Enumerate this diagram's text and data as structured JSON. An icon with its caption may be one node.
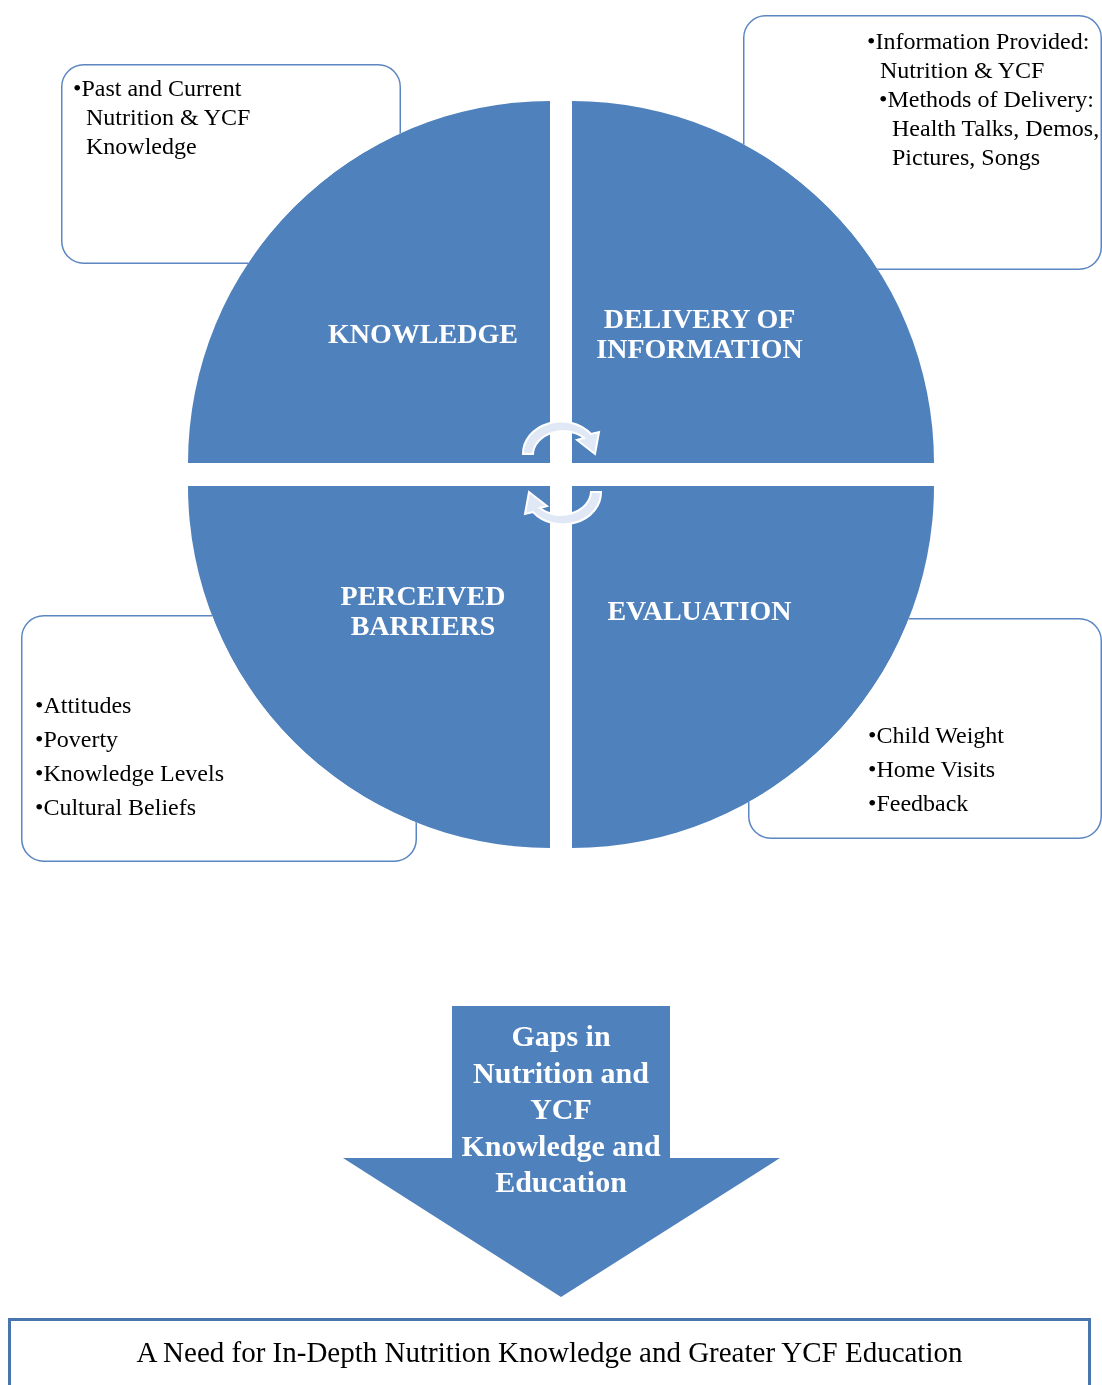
{
  "diagram": {
    "nodes": [
      {
        "text": [
          "•Past and Current Nutrition & YCF Knowledge"
        ]
      },
      {
        "text": [
          "•Information Provided: Nutrition & YCF",
          "•Methods of Delivery: Health Talks, Demos, Pictures, Songs"
        ]
      },
      {
        "text": [
          "KNOWLEDGE"
        ]
      },
      {
        "text": [
          "DELIVERY OF INFORMATION"
        ]
      },
      {
        "text": [
          "PERCEIVED BARRIERS"
        ]
      },
      {
        "text": [
          "EVALUATION"
        ]
      },
      {
        "text": [
          "•Attitudes",
          "•Poverty",
          "•Knowledge Levels",
          "•Cultural Beliefs"
        ]
      },
      {
        "text": [
          "•Child Weight",
          "•Home Visits",
          "•Feedback"
        ]
      },
      {
        "text": [
          "Gaps in Nutrition and YCF Knowledge and Education"
        ]
      },
      {
        "text": [
          "A Need for In-Depth Nutrition Knowledge and Greater YCF Education"
        ]
      }
    ]
  }
}
